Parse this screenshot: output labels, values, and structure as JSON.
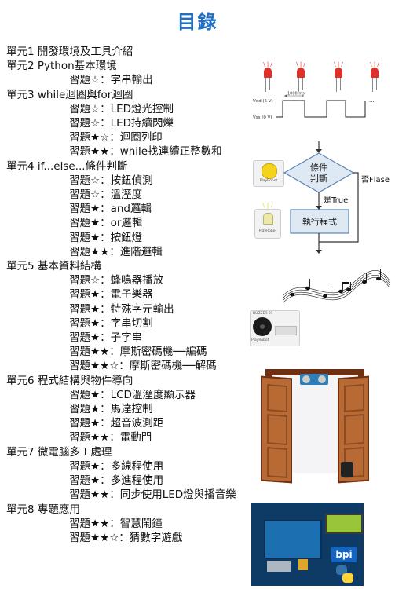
{
  "page": {
    "title": "目錄"
  },
  "toc": [
    {
      "label": "單元1 開發環境及工具介紹",
      "items": []
    },
    {
      "label": "單元2 Python基本環境",
      "items": [
        "習題☆：字串輸出"
      ]
    },
    {
      "label": "單元3 while迴圈與for迴圈",
      "items": [
        "習題☆：LED燈光控制",
        "習題☆：LED持續閃爍",
        "習題★☆：迴圈列印",
        "習題★★：while找連續正整數和"
      ]
    },
    {
      "label": "單元4 if...else...條件判斷",
      "items": [
        "習題☆：按鈕偵測",
        "習題☆：溫溼度",
        "習題★：and邏輯",
        "習題★：or邏輯",
        "習題★：按鈕燈",
        "習題★★：進階邏輯"
      ]
    },
    {
      "label": "單元5 基本資料結構",
      "items": [
        "習題☆：蜂鳴器播放",
        "習題★：電子樂器",
        "習題★：特殊字元輸出",
        "習題★：字串切割",
        "習題★：子字串",
        "習題★★：摩斯密碼機──編碼",
        "習題★★☆：摩斯密碼機──解碼"
      ]
    },
    {
      "label": "單元6 程式結構與物件導向",
      "items": [
        "習題★：LCD溫溼度顯示器",
        "習題★：馬達控制",
        "習題★：超音波測距",
        "習題★★：電動門"
      ]
    },
    {
      "label": "單元7 微電腦多工處理",
      "items": [
        "習題★：多線程使用",
        "習題★：多進程使用",
        "習題★★：同步使用LED燈與播音樂"
      ]
    },
    {
      "label": "單元8 專題應用",
      "items": [
        "習題★★：智慧鬧鐘",
        "習題★★☆：猜數字遊戲"
      ]
    }
  ],
  "wave": {
    "label_high": "Vdd (5 V)",
    "label_low": "Vss (0 V)",
    "label_period": "1000 ms",
    "label_more": "..."
  },
  "flowchart": {
    "condition": [
      "條件",
      "判斷"
    ],
    "process": "執行程式",
    "true_label": "是True",
    "false_label": "否Flase"
  },
  "modules": {
    "button_brand": "PlayRobot",
    "led_brand": "PlayRobot",
    "buzzer_brand": "PlayRobot",
    "buzzer_model": "BUZZER-01"
  },
  "board": {
    "badge": "bpi"
  },
  "colors": {
    "title": "#1f6fc4",
    "led": "#e0302a",
    "flow_box_fill": "#dfe9f4",
    "flow_box_stroke": "#5a86b5",
    "button_cap": "#f5d21c"
  }
}
